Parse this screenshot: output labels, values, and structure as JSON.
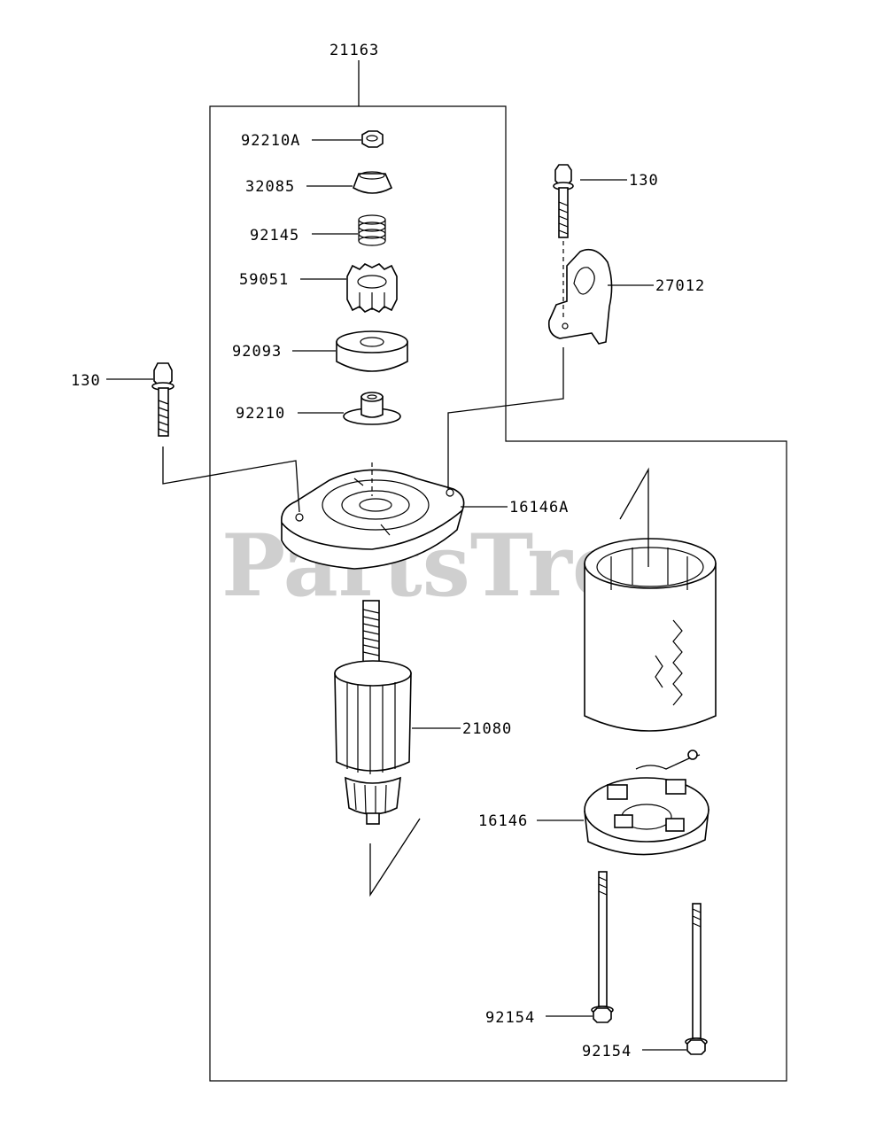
{
  "watermark": "PartsTree",
  "assembly_label": "21163",
  "parts": [
    {
      "id": "92210A",
      "name": "nut",
      "icon": "nut-icon"
    },
    {
      "id": "32085",
      "name": "cap",
      "icon": "cap-icon"
    },
    {
      "id": "92145",
      "name": "spring",
      "icon": "spring-icon"
    },
    {
      "id": "59051",
      "name": "pinion-gear",
      "icon": "gear-icon"
    },
    {
      "id": "92093",
      "name": "washer",
      "icon": "washer-icon"
    },
    {
      "id": "92210",
      "name": "collar",
      "icon": "collar-icon"
    },
    {
      "id": "130",
      "name": "bolt-right",
      "icon": "bolt-icon"
    },
    {
      "id": "27012",
      "name": "bracket",
      "icon": "bracket-icon"
    },
    {
      "id": "130",
      "name": "bolt-left",
      "icon": "bolt-icon"
    },
    {
      "id": "16146A",
      "name": "end-cover",
      "icon": "cover-icon"
    },
    {
      "id": "21080",
      "name": "armature",
      "icon": "armature-icon"
    },
    {
      "id": "16146",
      "name": "brush-holder",
      "icon": "brush-holder-icon"
    },
    {
      "id": "92154",
      "name": "through-bolt-1",
      "icon": "long-bolt-icon"
    },
    {
      "id": "92154",
      "name": "through-bolt-2",
      "icon": "long-bolt-icon"
    }
  ]
}
